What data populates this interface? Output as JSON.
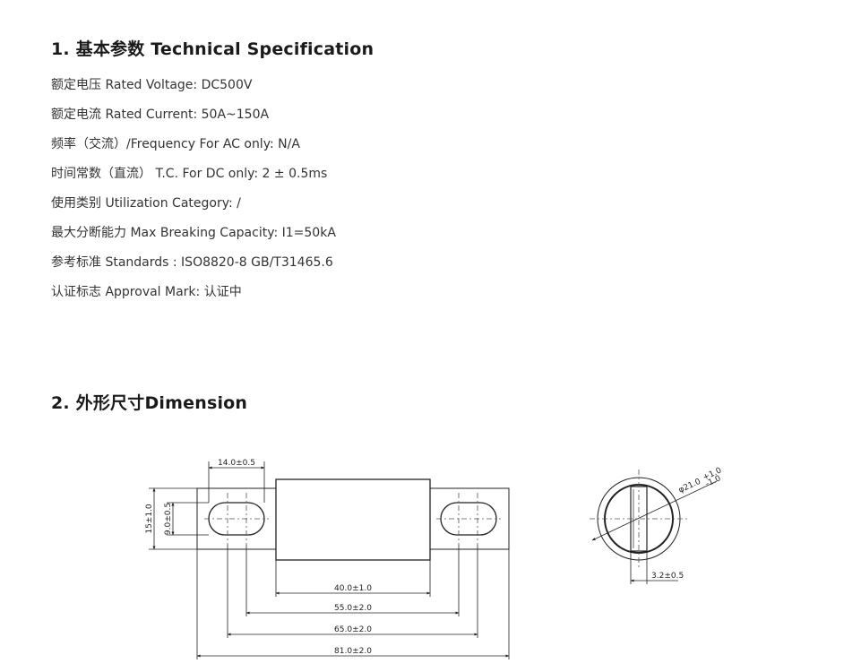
{
  "section1": {
    "title": "1. 基本参数 Technical Specification",
    "specs": [
      "额定电压 Rated Voltage: DC500V",
      "额定电流 Rated Current: 50A~150A",
      "频率（交流）/Frequency For AC only: N/A",
      "时间常数（直流） T.C. For DC only: 2 ± 0.5ms",
      "使用类别 Utilization Category: /",
      "最大分断能力 Max Breaking Capacity:   I1=50kA",
      "参考标准 Standards :  ISO8820-8  GB/T31465.6",
      "认证标志 Approval Mark: 认证中"
    ]
  },
  "section2": {
    "title": "2. 外形尺寸Dimension"
  },
  "drawing": {
    "dims": {
      "tab_hole_width": "14.0±0.5",
      "overall_height": "15±1.0",
      "hole_height": "9.0±0.5",
      "body_length": "40.0±1.0",
      "hole_pitch": "55.0±2.0",
      "inner_span": "65.0±2.0",
      "overall_length": "81.0±2.0",
      "diameter": "φ21.0",
      "diameter_tol_upper": "+1.0",
      "diameter_tol_lower": "-1.0",
      "tab_thickness": "3.2±0.5"
    }
  }
}
